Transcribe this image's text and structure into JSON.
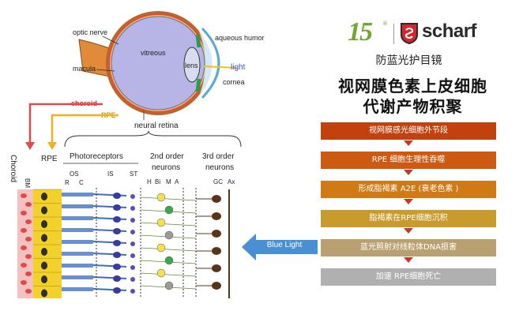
{
  "brand": {
    "logo_number": "15",
    "logo_company": "scharf"
  },
  "subtitle": "防蓝光护目镜",
  "title_lines": [
    "视网膜色素上皮细胞",
    "代谢产物积聚"
  ],
  "eye": {
    "labels": {
      "optic_nerve": "optic nerve",
      "vitreous": "vitreous",
      "macula": "macula",
      "lens": "lens",
      "aqueous_humor": "aqueous humor",
      "light": "light",
      "cornea": "cornea",
      "choroid": "choroid",
      "rpe": "RPE",
      "neural_retina": "neural retina"
    }
  },
  "retina": {
    "labels": {
      "choroid_vertical": "Choroid",
      "rpe": "RPE",
      "bm": "BM",
      "photoreceptors": "Photoreceptors",
      "second_order": "2nd order",
      "second_neurons": "neurons",
      "third_order": "3rd order",
      "third_neurons": "neurons",
      "r": "R",
      "c": "C",
      "os": "OS",
      "is": "IS",
      "st": "ST",
      "h": "H",
      "bi": "Bi",
      "m": "M",
      "a": "A",
      "gc": "GC",
      "ax": "Ax"
    }
  },
  "blue_light_label": "Blue Light",
  "steps": [
    {
      "label": "视网膜感光细胞外节段",
      "color": "#c2410c"
    },
    {
      "label": "RPE 细胞生理性吞噬",
      "color": "#cc5a12"
    },
    {
      "label": "形成脂褐素 A2E (衰老色素 )",
      "color": "#d07a16"
    },
    {
      "label": "脂褐素在RPE细胞沉积",
      "color": "#c99a2c"
    },
    {
      "label": "蓝光照射对线粒体DNA损害",
      "color": "#b9a070"
    },
    {
      "label": "加速 RPE细胞死亡",
      "color": "#b0b0b0"
    }
  ],
  "colors": {
    "step_arrow": "#c0392b",
    "blue_light_arrow": "#4a8fd4",
    "rpe_yellow": "#f2d22a",
    "choroid_red": "#e04a4a"
  }
}
